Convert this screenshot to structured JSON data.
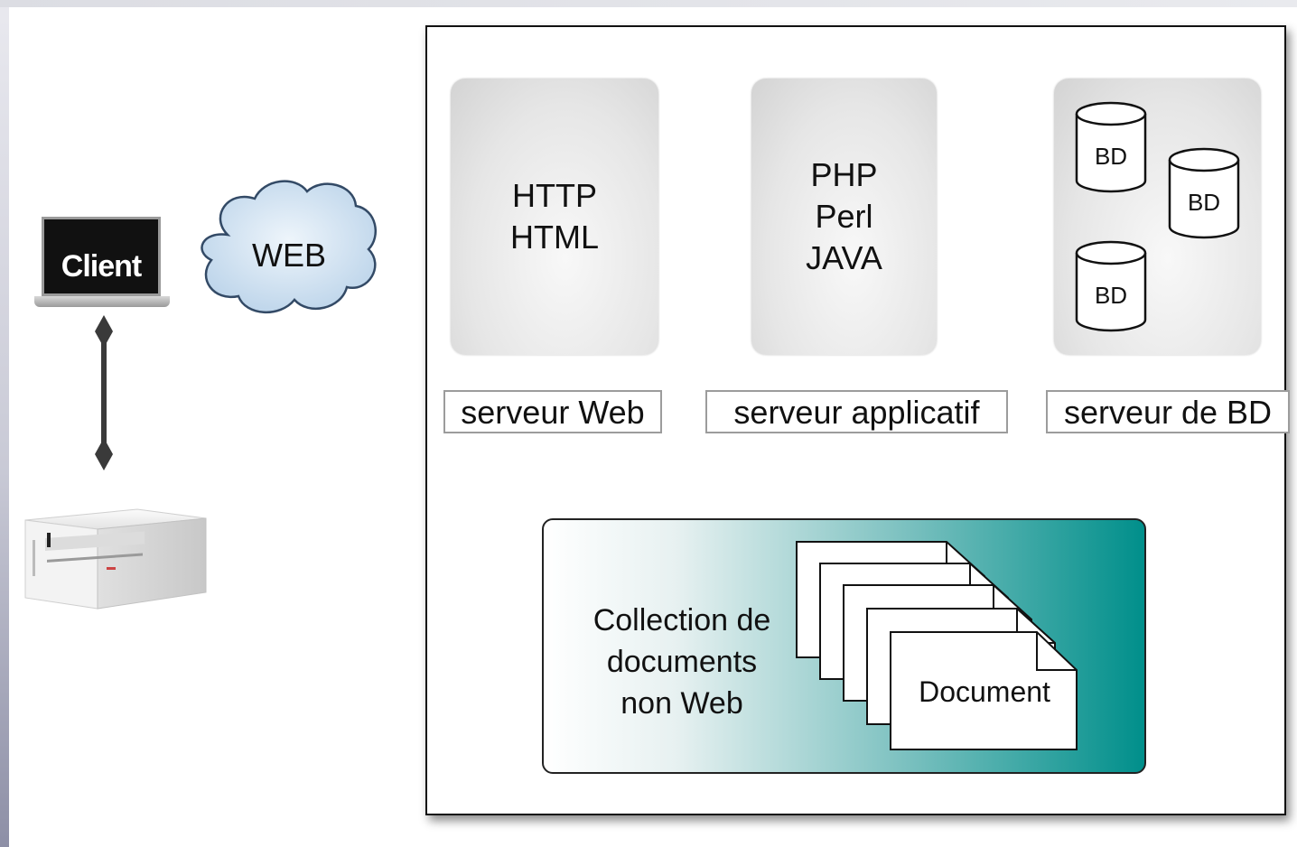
{
  "client": {
    "label": "Client"
  },
  "network": {
    "label": "WEB"
  },
  "servers": [
    {
      "id": "web",
      "content": [
        "HTTP",
        "HTML"
      ],
      "label": "serveur Web"
    },
    {
      "id": "app",
      "content": [
        "PHP",
        "Perl",
        "JAVA"
      ],
      "label": "serveur applicatif"
    },
    {
      "id": "db",
      "databases": [
        "BD",
        "BD",
        "BD"
      ],
      "label": "serveur de BD"
    }
  ],
  "collection": {
    "lines": [
      "Collection de",
      "documents",
      "non Web"
    ],
    "document_label": "Document"
  },
  "colors": {
    "collection_accent": "#008f8b",
    "panel_gray": "#e0e0e0",
    "connector": "#3a3a3a"
  }
}
